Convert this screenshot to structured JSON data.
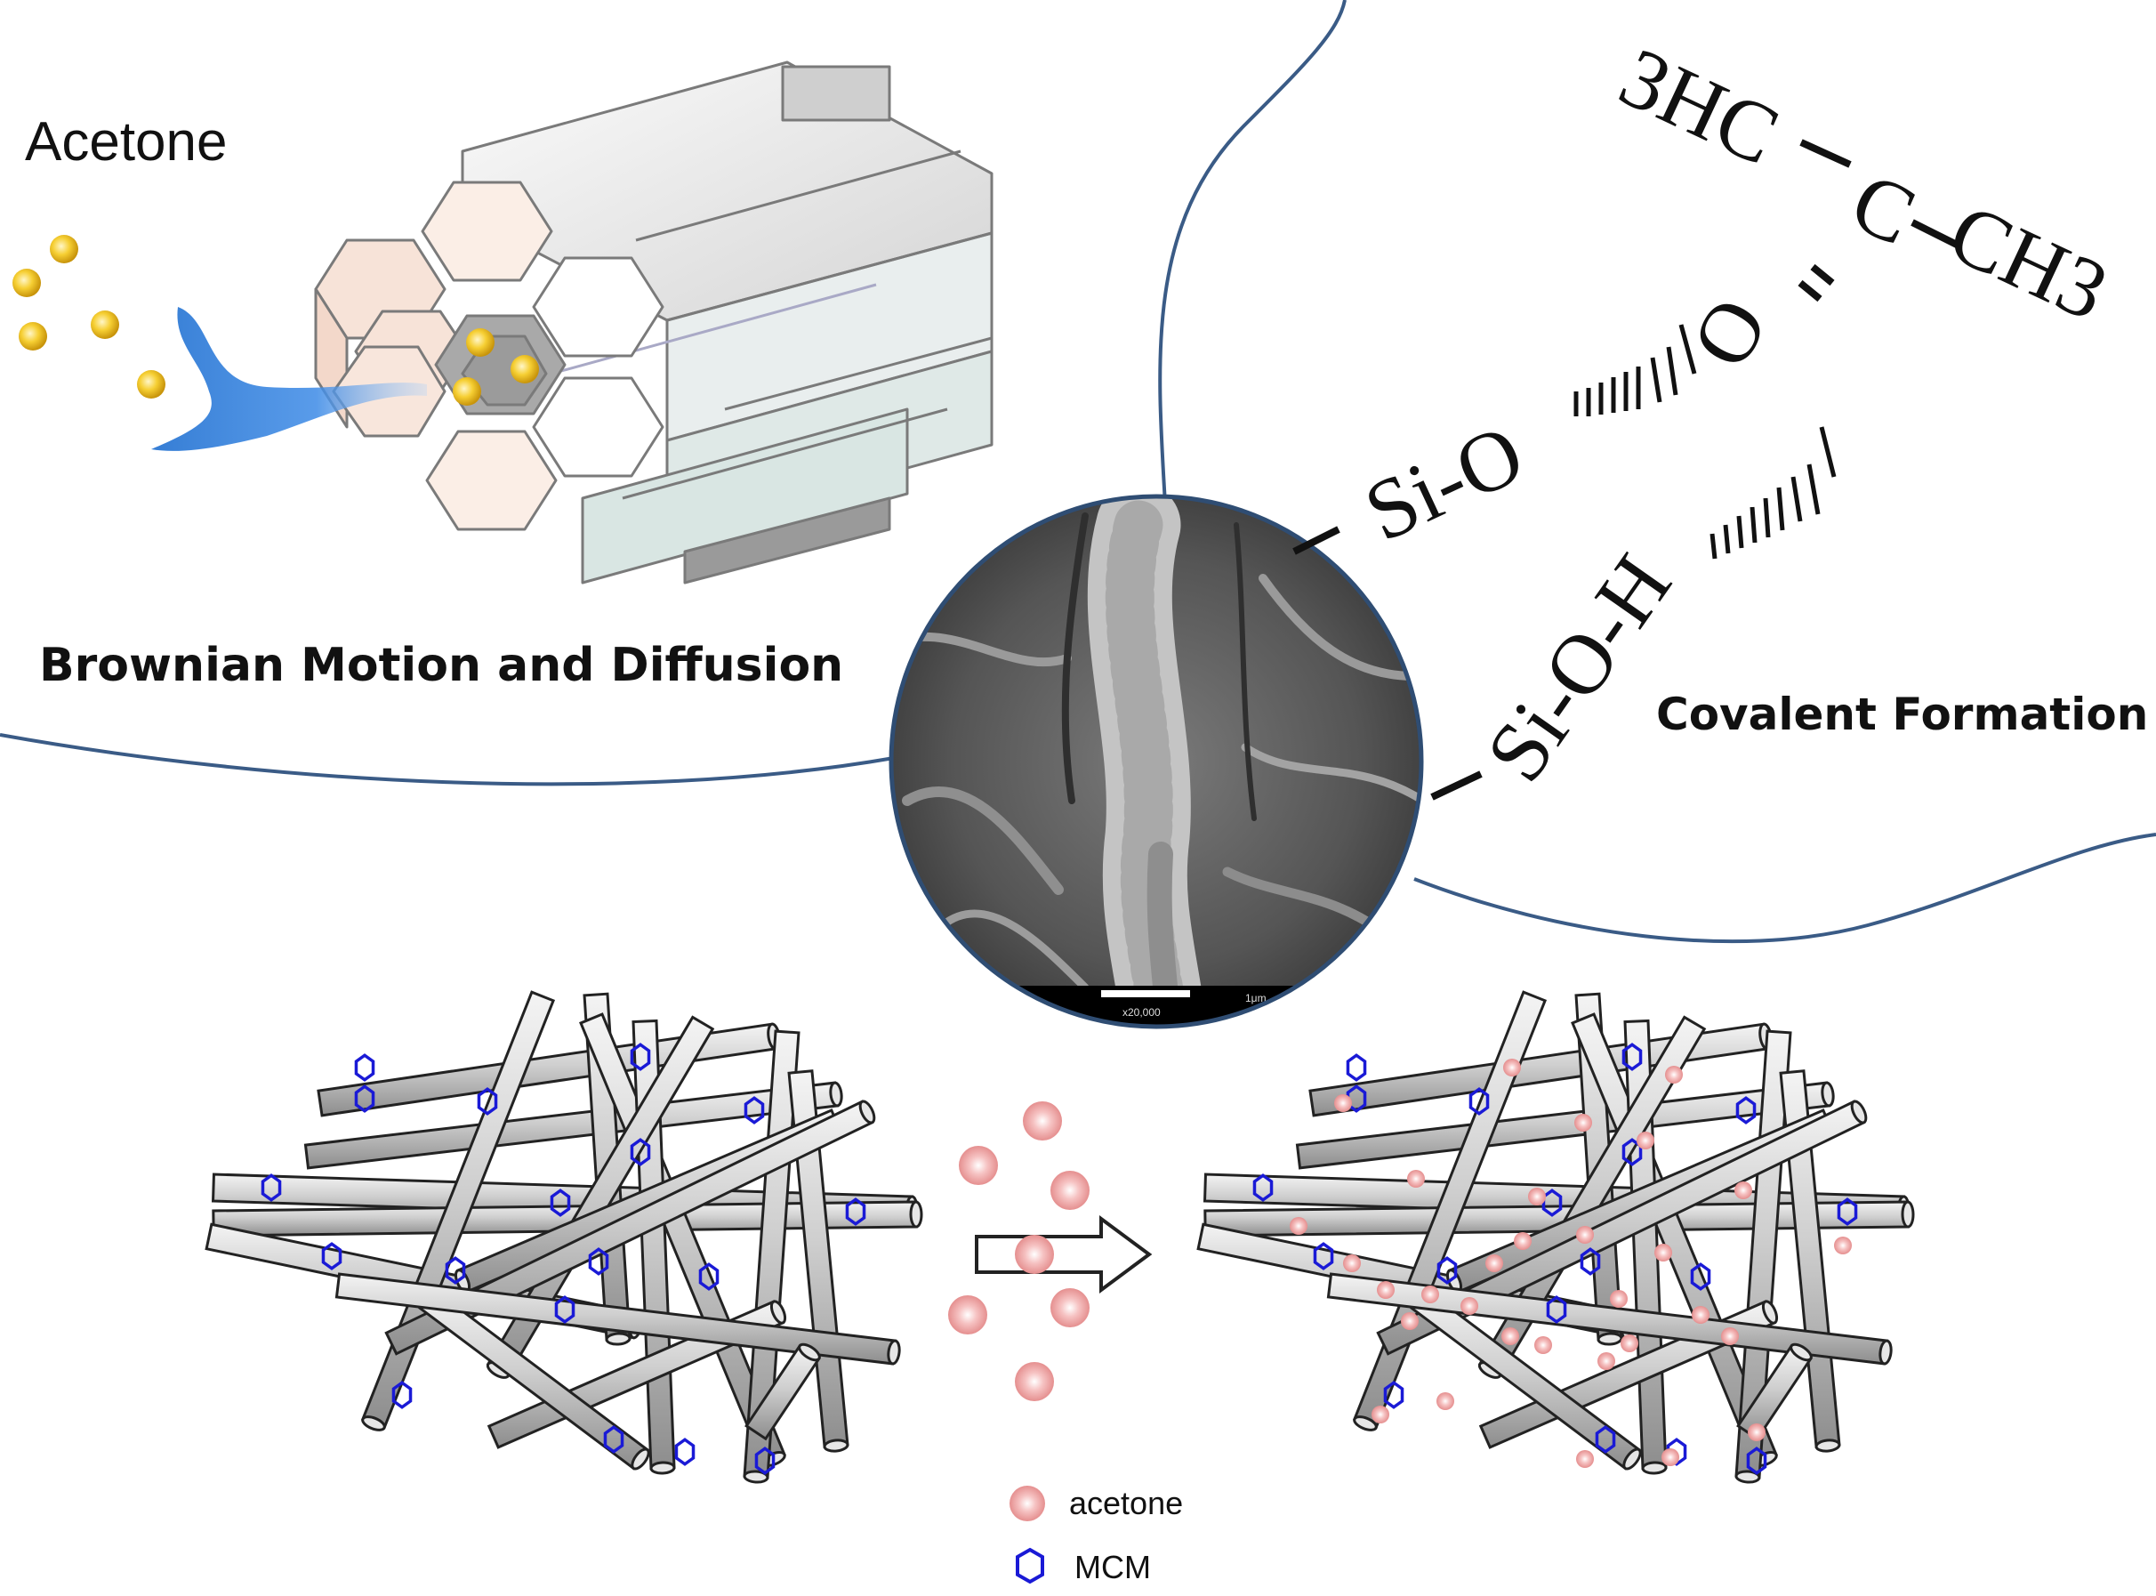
{
  "labels": {
    "acetone_top": "Acetone",
    "brownian": "Brownian Motion and Diffusion",
    "covalent": "Covalent Formation",
    "chem_3hc": "3HC",
    "chem_c": "C",
    "chem_ch3": "CH3",
    "chem_o": "O",
    "chem_sio": "Si-O",
    "chem_sioh": "Si-O-H",
    "sem_scale": "x20,000",
    "sem_unit": "1μm"
  },
  "legend": {
    "acetone": "acetone",
    "mcm": "MCM"
  },
  "colors": {
    "curve": "#3a5b86",
    "mcm_hex": "#1a1ad6",
    "acetone_ball": "#f0a0a0",
    "gold_particle": "#f2c21c",
    "flow_blue": "#1f6fd0",
    "fiber": "#bdbdbd"
  },
  "icons": {
    "mcm_marker": "hexagon-outline-icon",
    "acetone_marker": "pink-sphere-icon",
    "arrow": "hollow-right-arrow-icon"
  }
}
